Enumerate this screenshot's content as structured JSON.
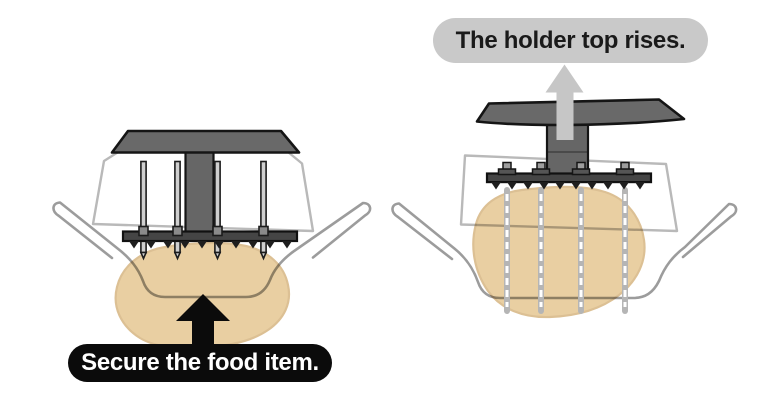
{
  "diagram": {
    "background": "#ffffff",
    "panels": [
      {
        "id": "secure-food-step",
        "caption": "Secure the food item.",
        "caption_bg": "#0b0b0b",
        "caption_text_color": "#ffffff",
        "arrow_color": "#0b0b0b",
        "arrow_direction": "up"
      },
      {
        "id": "holder-rises-step",
        "caption": "The holder top rises.",
        "caption_bg": "#c9c9c9",
        "caption_text_color": "#1a1a1a",
        "arrow_color": "#c6c6c6",
        "arrow_direction": "up"
      }
    ],
    "colors": {
      "holder_top": "#696969",
      "holder_bar": "#454545",
      "teeth": "#1e1e1e",
      "skewer_pin": "#cfcfcf",
      "pin_collar": "#8a8a8a",
      "food": "#e9cfa2",
      "food_outline": "#dcc094",
      "pan_outline": "#9c9c9c",
      "pan_shoulder_outline": "#b9b9b9"
    }
  }
}
